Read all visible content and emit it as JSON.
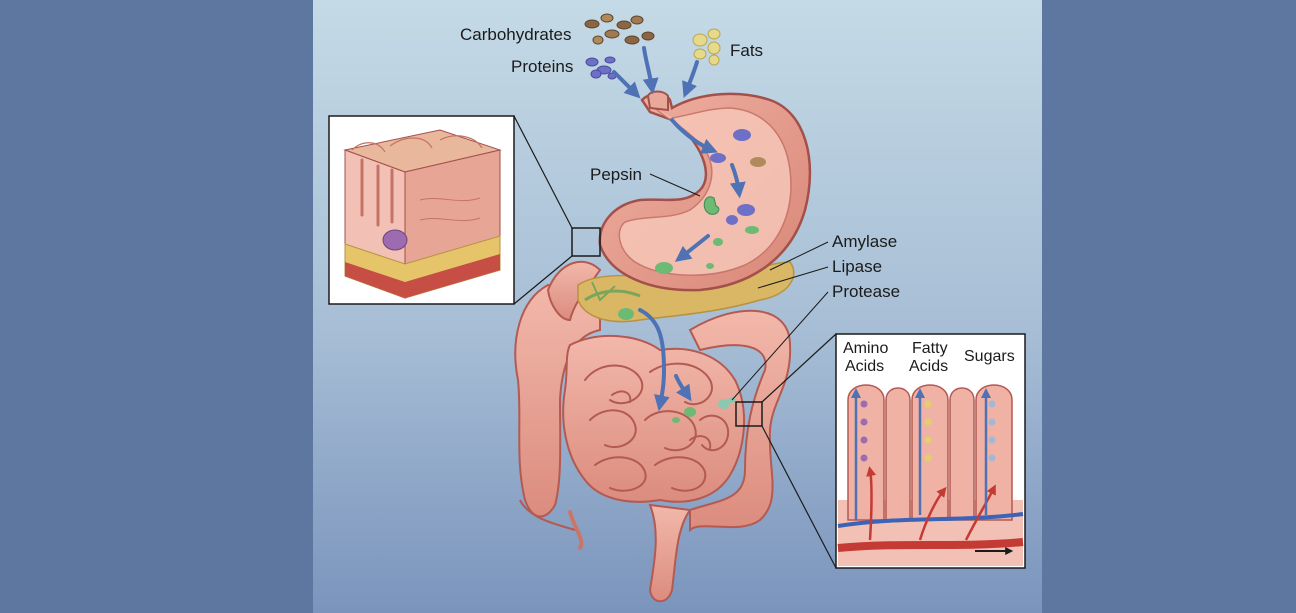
{
  "labels": {
    "carbohydrates": "Carbohydrates",
    "proteins": "Proteins",
    "fats": "Fats",
    "pepsin": "Pepsin",
    "amylase": "Amylase",
    "lipase": "Lipase",
    "protease": "Protease",
    "amino_1": "Amino",
    "amino_2": "Acids",
    "fatty_1": "Fatty",
    "fatty_2": "Acids",
    "sugars": "Sugars"
  },
  "colors": {
    "side_panel": "#5e77a0",
    "background_top": "#c4dae6",
    "background_bottom": "#7a94bc",
    "tissue": "#e69d90",
    "tissue_dark": "#b35a52",
    "pancreas": "#d9b765",
    "arrow": "#4f72b5",
    "enzyme": "#6dba74",
    "protein_particle": "#6e6fc6",
    "carb_particle": "#8a6644",
    "fat_particle": "#e7d98a",
    "blood_red": "#c43a34",
    "blood_blue": "#3c63b8"
  },
  "icons": [
    "stomach-illustration",
    "intestine-illustration",
    "pancreas-illustration",
    "stomach-wall-inset",
    "villi-inset"
  ]
}
